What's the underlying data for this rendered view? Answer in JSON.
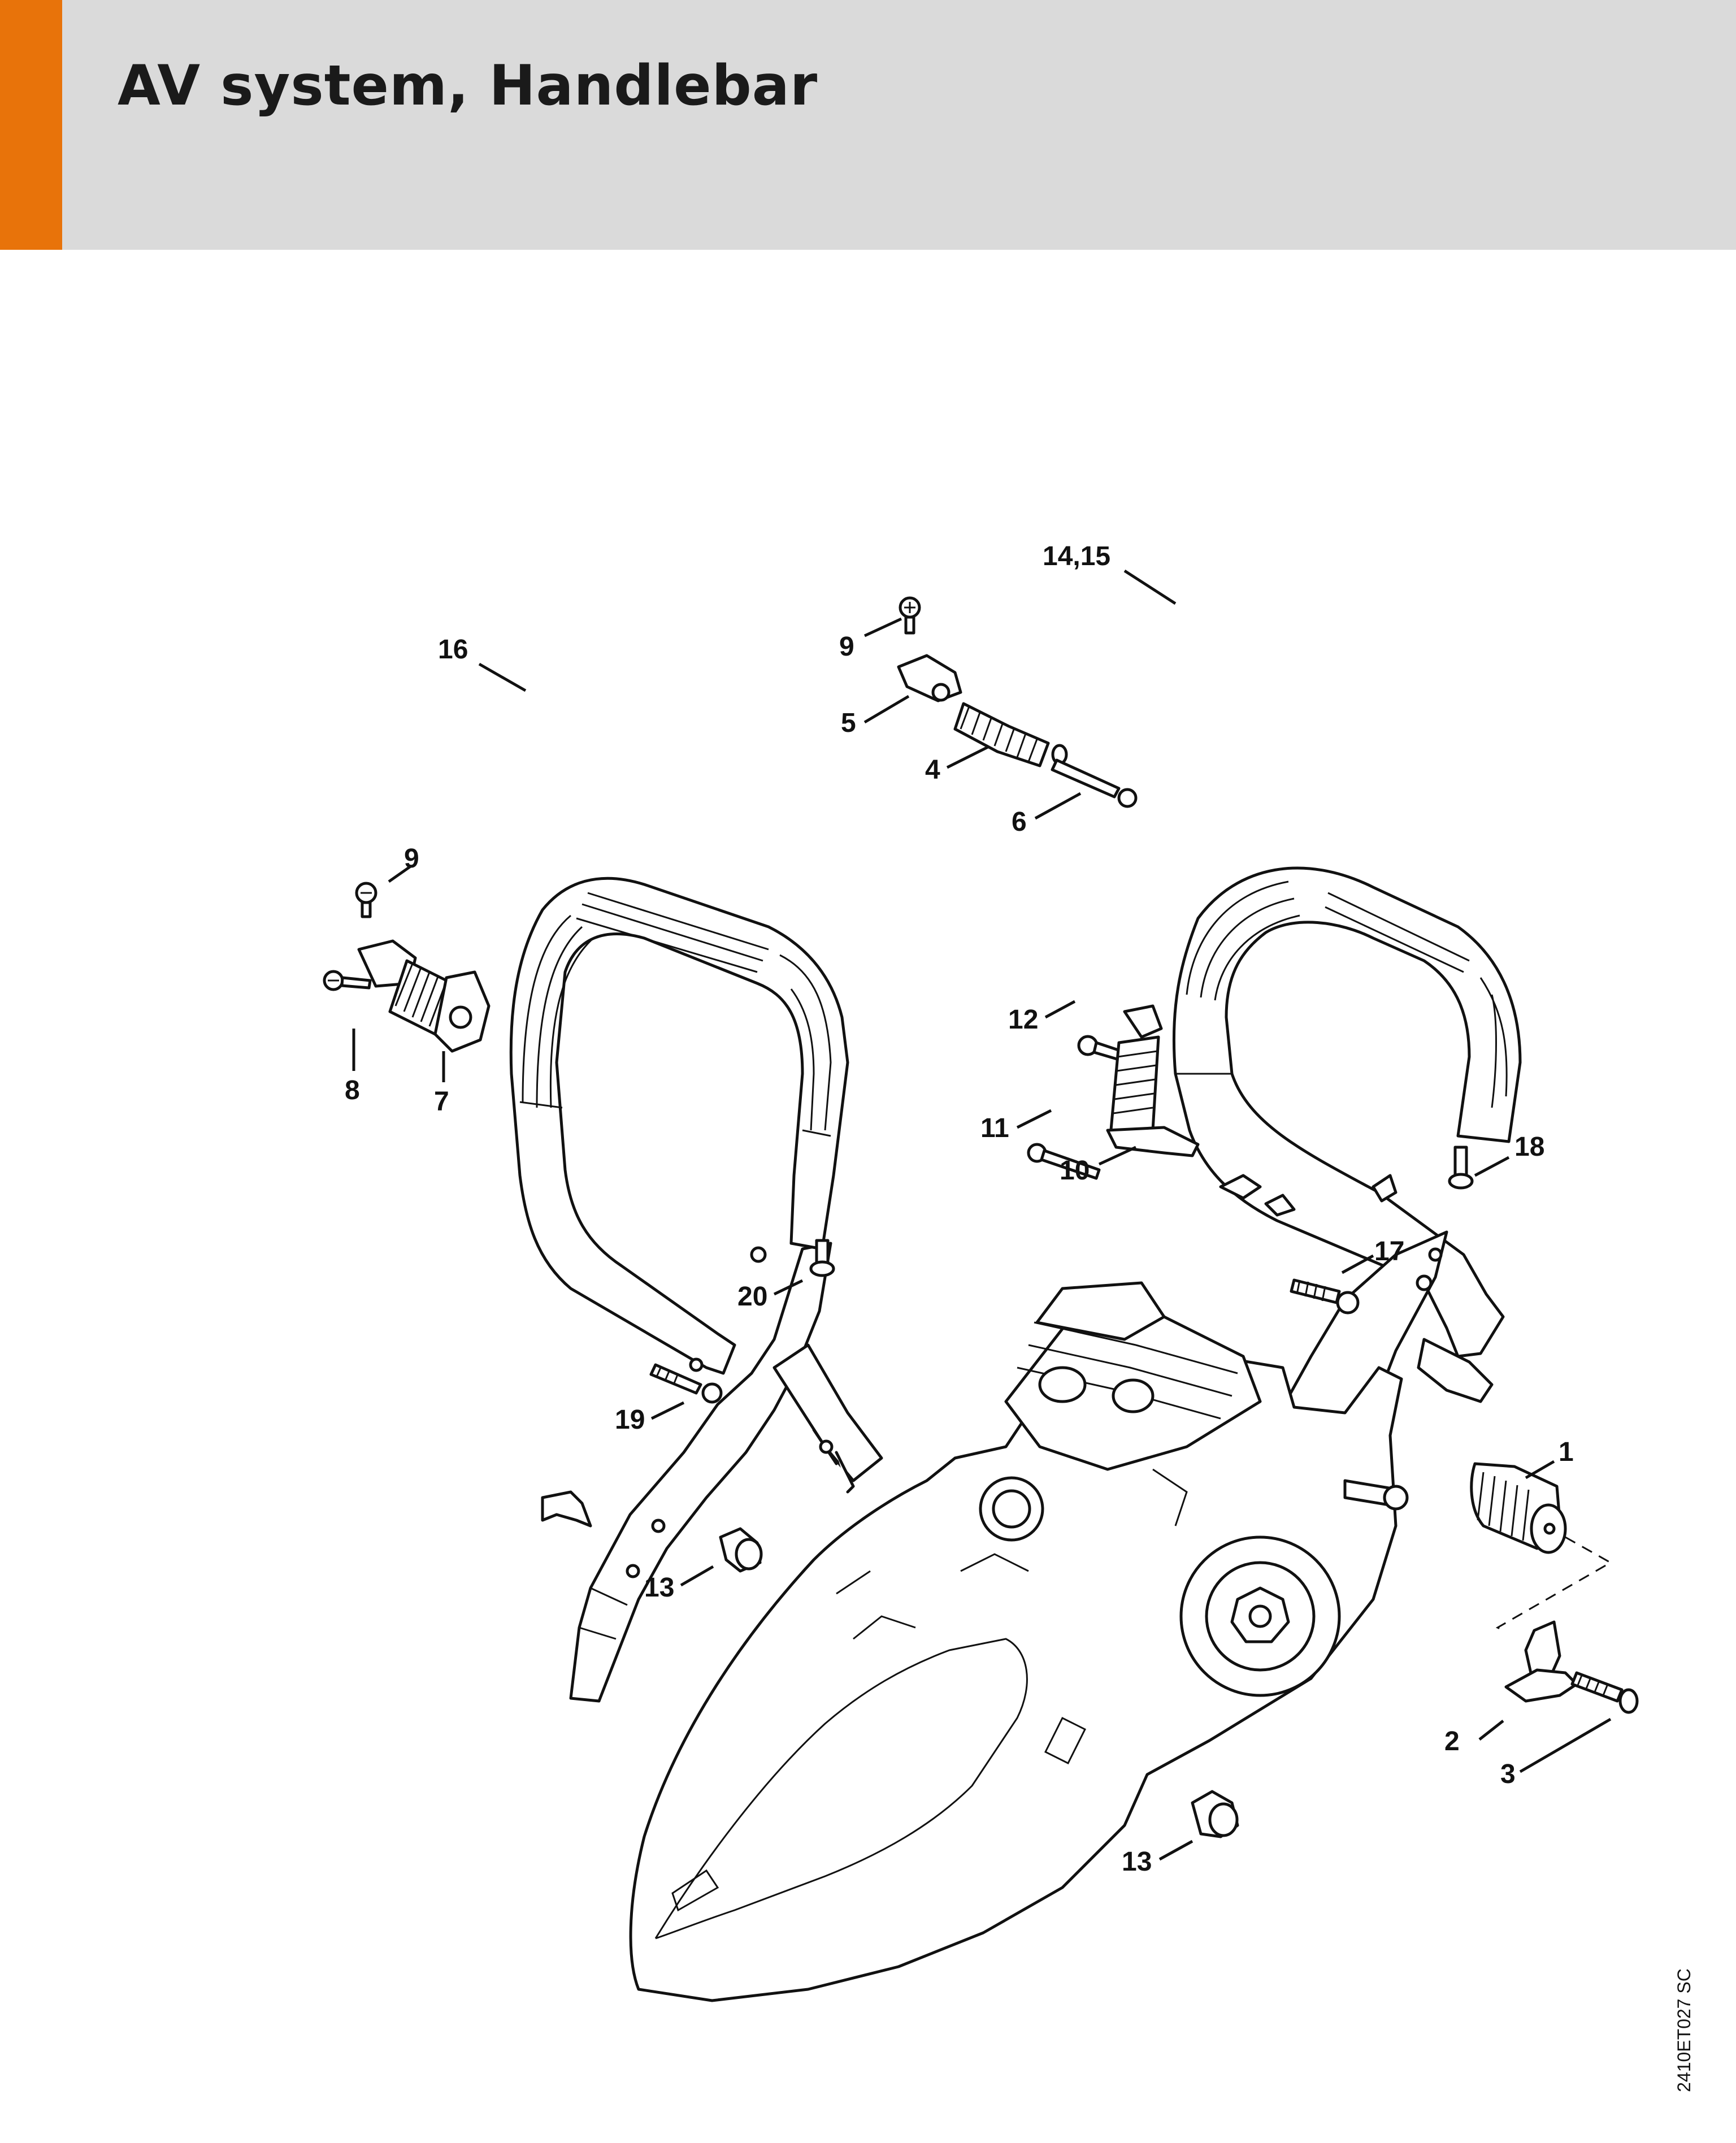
{
  "page": {
    "title": "AV system, Handlebar",
    "drawing_code": "2410ET027 SC",
    "accent_color": "#e8730a",
    "header_color": "#dadada"
  },
  "callouts": [
    {
      "id": "callout-14-15",
      "label": "14,15"
    },
    {
      "id": "callout-16",
      "label": "16"
    },
    {
      "id": "callout-9a",
      "label": "9"
    },
    {
      "id": "callout-5",
      "label": "5"
    },
    {
      "id": "callout-4",
      "label": "4"
    },
    {
      "id": "callout-6",
      "label": "6"
    },
    {
      "id": "callout-9b",
      "label": "9"
    },
    {
      "id": "callout-8",
      "label": "8"
    },
    {
      "id": "callout-7",
      "label": "7"
    },
    {
      "id": "callout-12",
      "label": "12"
    },
    {
      "id": "callout-11",
      "label": "11"
    },
    {
      "id": "callout-10",
      "label": "10"
    },
    {
      "id": "callout-18",
      "label": "18"
    },
    {
      "id": "callout-17",
      "label": "17"
    },
    {
      "id": "callout-20",
      "label": "20"
    },
    {
      "id": "callout-19",
      "label": "19"
    },
    {
      "id": "callout-1",
      "label": "1"
    },
    {
      "id": "callout-13a",
      "label": "13"
    },
    {
      "id": "callout-2",
      "label": "2"
    },
    {
      "id": "callout-3",
      "label": "3"
    },
    {
      "id": "callout-13b",
      "label": "13"
    }
  ]
}
